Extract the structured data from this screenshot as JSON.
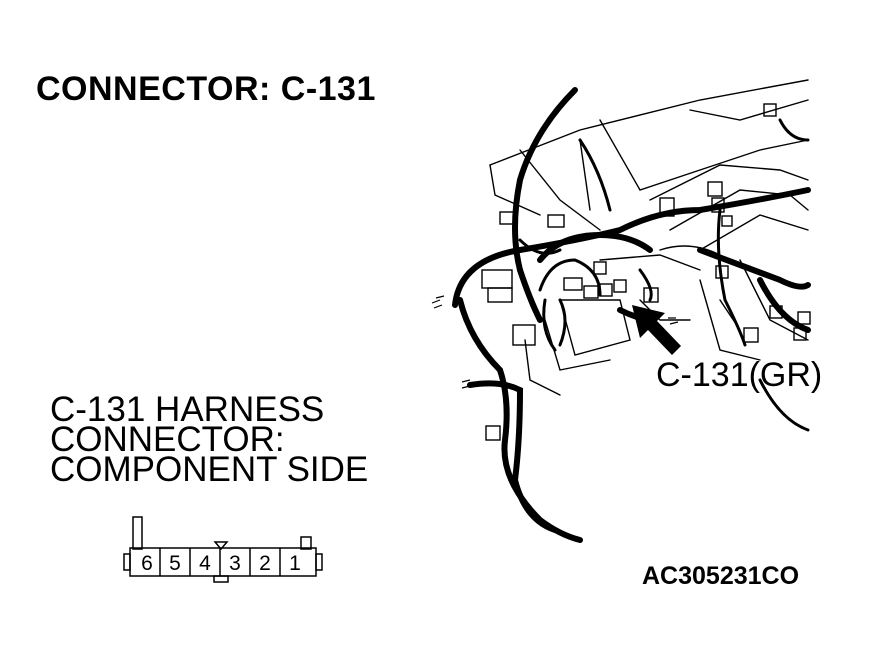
{
  "title": "CONNECTOR: C-131",
  "harness_label": {
    "line1": "C-131 HARNESS",
    "line2": "CONNECTOR:",
    "line3": "COMPONENT SIDE"
  },
  "callout": "C-131(GR)",
  "figure_code": "AC305231CO",
  "connector": {
    "pins": [
      "6",
      "5",
      "4",
      "3",
      "2",
      "1"
    ]
  },
  "colors": {
    "ink": "#000000",
    "paper": "#ffffff"
  }
}
